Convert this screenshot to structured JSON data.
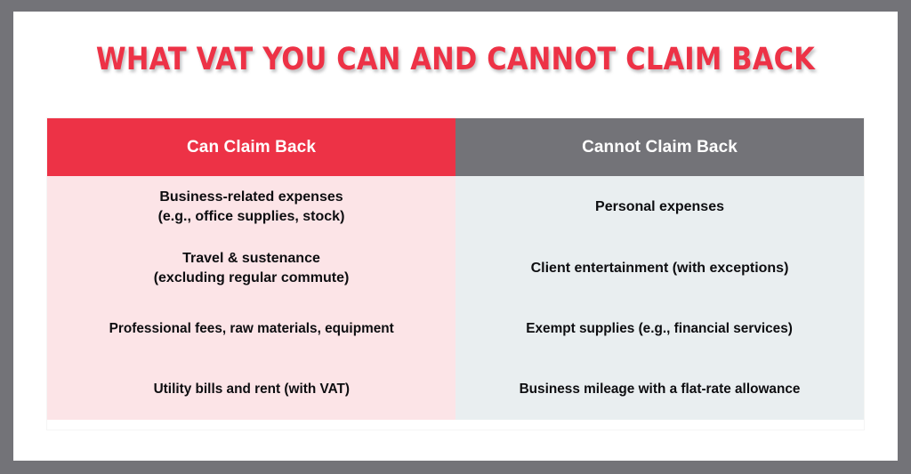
{
  "page": {
    "title": "WHAT VAT YOU CAN AND CANNOT CLAIM BACK",
    "frame_color": "#737378",
    "background_color": "#ffffff",
    "title_color": "#ED3246"
  },
  "table": {
    "columns": [
      {
        "label": "Can Claim Back",
        "header_bg": "#ED3246",
        "cell_bg": "#FCE4E7"
      },
      {
        "label": "Cannot Claim Back",
        "header_bg": "#737378",
        "cell_bg": "#E9EEF0"
      }
    ],
    "rows": [
      {
        "can_line1": "Business-related expenses",
        "can_line2": "(e.g., office supplies, stock)",
        "cannot_line1": "Personal expenses",
        "cannot_line2": ""
      },
      {
        "can_line1": "Travel & sustenance",
        "can_line2": "(excluding regular commute)",
        "cannot_line1": "Client entertainment (with exceptions)",
        "cannot_line2": ""
      },
      {
        "can_line1": "Professional fees, raw materials, equipment",
        "can_line2": "",
        "cannot_line1": "Exempt supplies (e.g., financial services)",
        "cannot_line2": ""
      },
      {
        "can_line1": "Utility bills and rent (with VAT)",
        "can_line2": "",
        "cannot_line1": "Business mileage with a flat-rate allowance",
        "cannot_line2": ""
      }
    ]
  }
}
